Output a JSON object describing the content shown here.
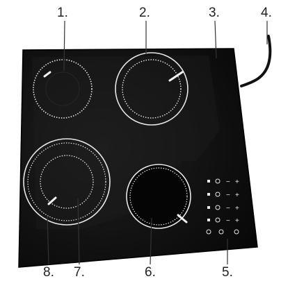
{
  "callouts": {
    "n1": "1.",
    "n2": "2.",
    "n3": "3.",
    "n4": "4.",
    "n5": "5.",
    "n6": "6.",
    "n7": "7.",
    "n8": "8."
  },
  "control_panel": {
    "minus": "−",
    "plus": "+"
  },
  "colors": {
    "cooktop": "#0b0b0b",
    "surface_sheen": "#1c1c1c",
    "zone_ring": "#e8e8e8",
    "cable": "#111111",
    "callout_line": "#333333"
  }
}
